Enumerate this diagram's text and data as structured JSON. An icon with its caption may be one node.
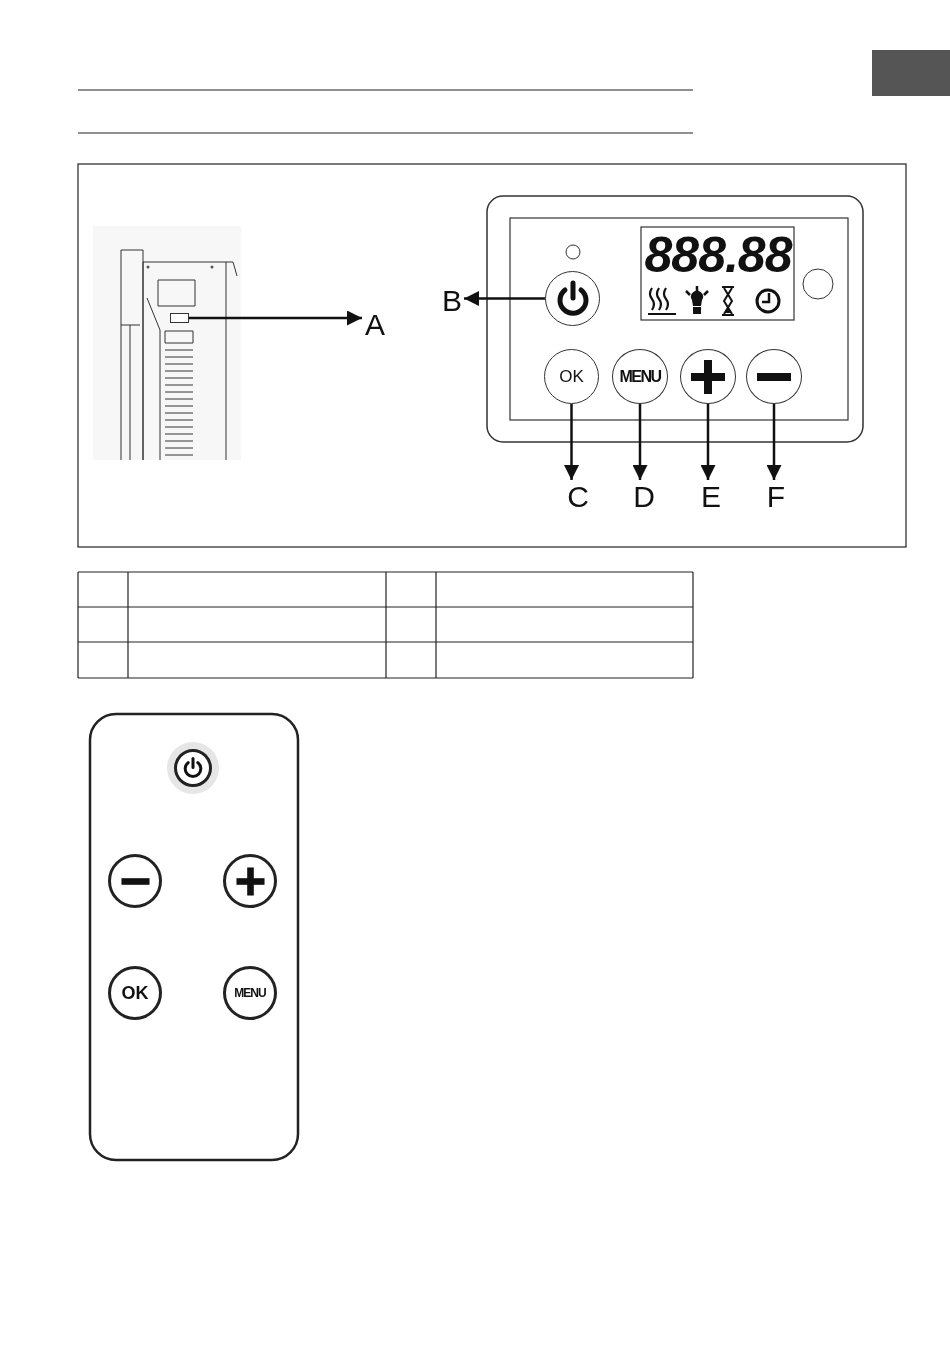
{
  "diagram": {
    "nodes": [
      {
        "text": [
          "A"
        ]
      },
      {
        "text": [],
        "shape": "box"
      },
      {
        "text": [
          "B"
        ]
      },
      {
        "text": [],
        "shape": "circle"
      },
      {
        "text": [
          "C"
        ]
      },
      {
        "text": [
          "OK"
        ]
      },
      {
        "text": [
          "D"
        ]
      },
      {
        "text": [
          "MENU"
        ]
      },
      {
        "text": [
          "E"
        ]
      },
      {
        "text": [],
        "shape": "circle"
      },
      {
        "text": [
          "F"
        ]
      },
      {
        "text": [],
        "shape": "circle"
      },
      {
        "text": [],
        "shape": "circle"
      },
      {
        "text": [],
        "shape": "circle"
      },
      {
        "text": [],
        "shape": "circle"
      },
      {
        "text": [
          "OK"
        ]
      },
      {
        "text": [
          "MENU"
        ]
      }
    ],
    "edges": [
      {
        "from": 1,
        "to": 0,
        "arrow": "to"
      },
      {
        "from": 3,
        "to": 2,
        "arrow": "to"
      },
      {
        "from": 5,
        "to": 4,
        "arrow": "to"
      },
      {
        "from": 7,
        "to": 6,
        "arrow": "to"
      },
      {
        "from": 9,
        "to": 8,
        "arrow": "to"
      },
      {
        "from": 11,
        "to": 10,
        "arrow": "to"
      }
    ],
    "labels": [
      "888.88"
    ]
  }
}
